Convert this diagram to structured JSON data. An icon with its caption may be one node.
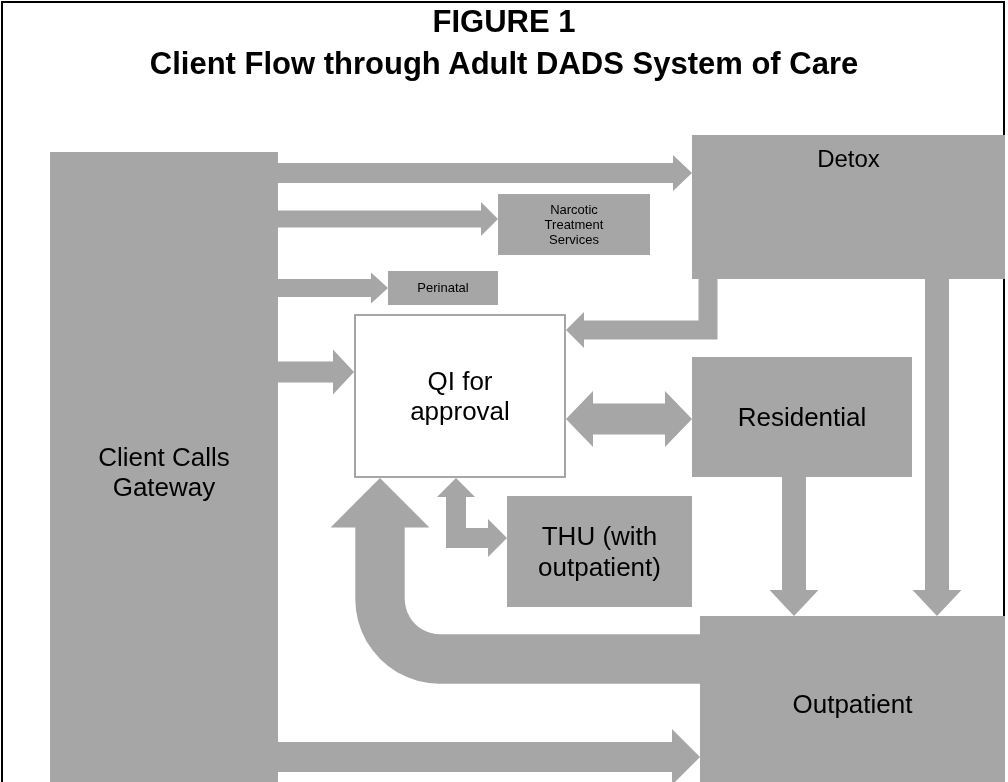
{
  "diagram": {
    "title": "Client Flow through Adult DADS System of Care",
    "labels": [
      "FIGURE 1"
    ],
    "nodes": [
      {
        "text": [
          "Client Calls Gateway"
        ]
      },
      {
        "text": [
          "Detox"
        ]
      },
      {
        "text": [
          "Narcotic Treatment Services"
        ]
      },
      {
        "text": [
          "Perinatal"
        ]
      },
      {
        "text": [
          "QI for approval"
        ]
      },
      {
        "text": [
          "Residential"
        ]
      },
      {
        "text": [
          "THU (with outpatient)"
        ]
      },
      {
        "text": [
          "Outpatient"
        ]
      }
    ],
    "edges": [
      {
        "from": 0,
        "to": 1,
        "arrow": "to"
      },
      {
        "from": 0,
        "to": 2,
        "arrow": "to"
      },
      {
        "from": 0,
        "to": 3,
        "arrow": "to"
      },
      {
        "from": 0,
        "to": 4,
        "arrow": "to"
      },
      {
        "from": 1,
        "to": 4,
        "arrow": "to"
      },
      {
        "from": 4,
        "to": 5,
        "arrow": "both"
      },
      {
        "from": 4,
        "to": 6,
        "arrow": "both"
      },
      {
        "from": 7,
        "to": 4,
        "arrow": "to",
        "style": "thick"
      },
      {
        "from": 5,
        "to": 7,
        "arrow": "to"
      },
      {
        "from": 1,
        "to": 7,
        "arrow": "to"
      },
      {
        "from": 0,
        "to": 7,
        "arrow": "to"
      }
    ]
  }
}
